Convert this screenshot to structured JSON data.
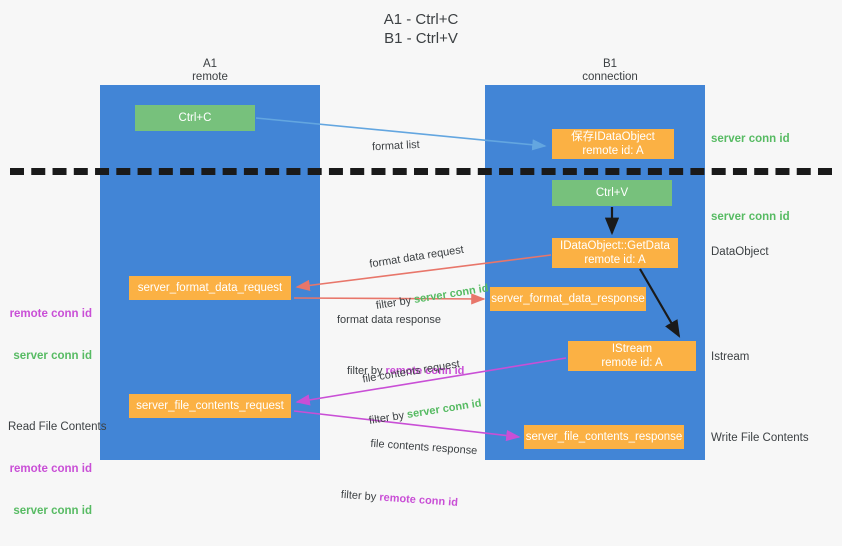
{
  "title": "A1 - Ctrl+C\nB1 - Ctrl+V",
  "columns": {
    "left": {
      "name": "A1",
      "role": "remote",
      "header": "A1\nremote"
    },
    "right": {
      "name": "B1",
      "role": "connection",
      "header": "B1\nconnection"
    }
  },
  "colors": {
    "lane": "#4285d6",
    "green_box": "#77c17c",
    "orange_box": "#fbb144",
    "server_conn_id": "#57bb63",
    "remote_conn_id": "#c94fd6",
    "background": "#f7f7f7",
    "text": "#3c4043",
    "divider": "#1a1a1a",
    "arrow_blue": "#63a6e0",
    "arrow_red": "#e8766a",
    "arrow_magenta": "#c94fd6",
    "arrow_black": "#1a1a1a"
  },
  "boxes": {
    "ctrl_c": {
      "label": "Ctrl+C",
      "kind": "green"
    },
    "save_idataobject": {
      "line1": "保存IDataObject",
      "line2": "remote id: A",
      "kind": "orange"
    },
    "ctrl_v": {
      "label": "Ctrl+V",
      "kind": "green"
    },
    "getdata": {
      "line1": "IDataObject::GetData",
      "line2": "remote id: A",
      "kind": "orange"
    },
    "istream": {
      "line1": "IStream",
      "line2": "remote id: A",
      "kind": "orange"
    },
    "server_format_data_request": {
      "label": "server_format_data_request",
      "kind": "orange"
    },
    "server_format_data_response": {
      "label": "server_format_data_response",
      "kind": "orange"
    },
    "server_file_contents_request": {
      "label": "server_file_contents_request",
      "kind": "orange"
    },
    "server_file_contents_response": {
      "label": "server_file_contents_response",
      "kind": "orange"
    }
  },
  "side_notes": {
    "server_conn_id_top": "server conn id",
    "server_conn_id_mid": "server conn id",
    "dataobject": "DataObject",
    "istream": "Istream",
    "write_file_contents": "Write File Contents"
  },
  "left_notes": {
    "format_group": {
      "remote": "remote conn id",
      "server": "server conn id"
    },
    "file_group": {
      "heading": "Read File Contents",
      "remote": "remote conn id",
      "server": "server conn id"
    }
  },
  "edge_labels": {
    "format_list": {
      "text": "format list"
    },
    "format_data_request": {
      "line1": "format data request",
      "filter_prefix": "filter by ",
      "filter_value": "server conn id",
      "filter_kind": "server"
    },
    "format_data_response": {
      "line1": "format data response",
      "filter_prefix": "filter by ",
      "filter_value": "remote conn id",
      "filter_kind": "remote"
    },
    "file_contents_request": {
      "line1": "file contents request",
      "filter_prefix": "filter by ",
      "filter_value": "server conn id",
      "filter_kind": "server"
    },
    "file_contents_response": {
      "line1": "file contents response",
      "filter_prefix": "filter by ",
      "filter_value": "remote conn id",
      "filter_kind": "remote"
    }
  }
}
